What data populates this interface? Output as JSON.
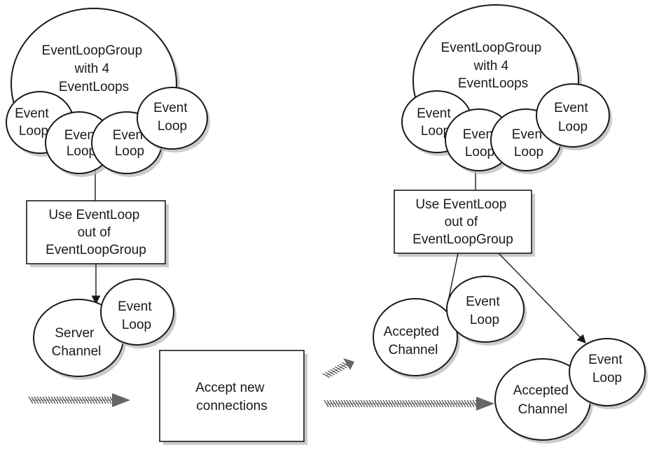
{
  "left_group": {
    "group_label": [
      "EventLoopGroup",
      "with 4",
      "EventLoops"
    ],
    "loop_a": [
      "Event",
      "Loop"
    ],
    "loop_b": [
      "Even",
      "Loop"
    ],
    "loop_c": [
      "Even",
      "Loop"
    ],
    "loop_d": [
      "Event",
      "Loop"
    ],
    "use_box": [
      "Use EventLoop",
      "out of",
      "EventLoopGroup"
    ],
    "server_channel": [
      "Server",
      "Channel"
    ],
    "server_loop": [
      "Event",
      "Loop"
    ]
  },
  "center": {
    "accept_box": [
      "Accept new",
      "connections"
    ]
  },
  "right_group": {
    "group_label": [
      "EventLoopGroup",
      "with 4",
      "EventLoops"
    ],
    "loop_a": [
      "Event",
      "Loop"
    ],
    "loop_b": [
      "Even",
      "Loop"
    ],
    "loop_c": [
      "Even",
      "Loop"
    ],
    "loop_d": [
      "Event",
      "Loop"
    ],
    "use_box": [
      "Use EventLoop",
      "out of",
      "EventLoopGroup"
    ],
    "accepted_channel_1": [
      "Accepted",
      "Channel"
    ],
    "accepted_loop_1": [
      "Event",
      "Loop"
    ],
    "accepted_channel_2": [
      "Accepted",
      "Channel"
    ],
    "accepted_loop_2": [
      "Event",
      "Loop"
    ]
  }
}
